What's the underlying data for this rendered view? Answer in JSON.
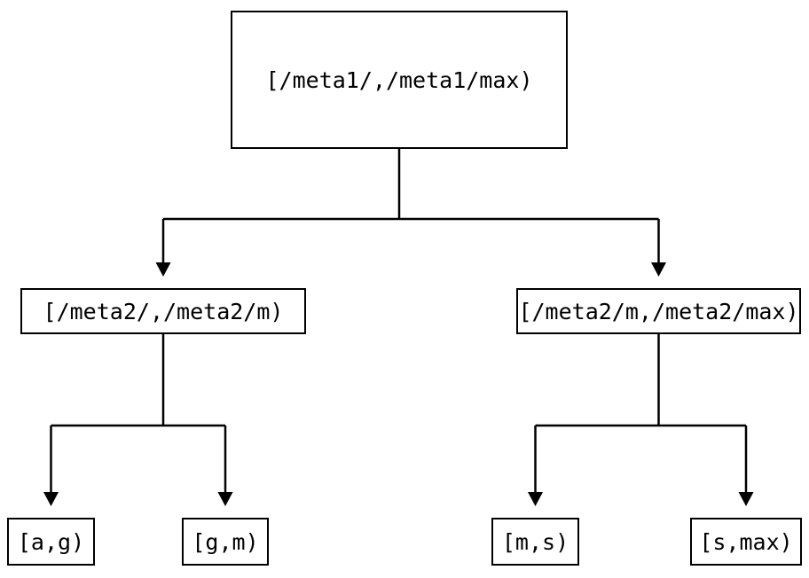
{
  "diagram": {
    "type": "tree",
    "nodes": {
      "root": {
        "label": "[/meta1/,/meta1/max)"
      },
      "left": {
        "label": "[/meta2/,/meta2/m)"
      },
      "right": {
        "label": "[/meta2/m,/meta2/max)"
      },
      "leaf_ag": {
        "label": "[a,g)"
      },
      "leaf_gm": {
        "label": "[g,m)"
      },
      "leaf_ms": {
        "label": "[m,s)"
      },
      "leaf_smax": {
        "label": "[s,max)"
      }
    },
    "edges": [
      {
        "from": "root",
        "to": "left"
      },
      {
        "from": "root",
        "to": "right"
      },
      {
        "from": "left",
        "to": "leaf_ag"
      },
      {
        "from": "left",
        "to": "leaf_gm"
      },
      {
        "from": "right",
        "to": "leaf_ms"
      },
      {
        "from": "right",
        "to": "leaf_smax"
      }
    ],
    "colors": {
      "background": "#ffffff",
      "line": "#000000",
      "box_border": "#000000",
      "text": "#000000"
    }
  }
}
